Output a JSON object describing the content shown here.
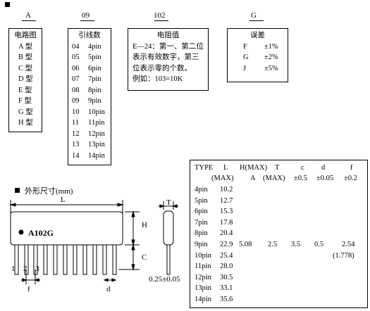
{
  "codes": {
    "a": "A",
    "b": "09",
    "c": "102",
    "d": "G"
  },
  "circuit_box": {
    "title": "电路图",
    "items": [
      "A 型",
      "B 型",
      "C 型",
      "D 型",
      "E 型",
      "F 型",
      "G 型",
      "H 型"
    ]
  },
  "pin_box": {
    "title": "引线数",
    "rows": [
      [
        "04",
        "4pin"
      ],
      [
        "05",
        "5pin"
      ],
      [
        "06",
        "6pin"
      ],
      [
        "07",
        "7pin"
      ],
      [
        "08",
        "8pin"
      ],
      [
        "09",
        "9pin"
      ],
      [
        "10",
        "10pin"
      ],
      [
        "11",
        "11pin"
      ],
      [
        "12",
        "12pin"
      ],
      [
        "13",
        "13pin"
      ],
      [
        "14",
        "14pin"
      ]
    ]
  },
  "resistance_box": {
    "title": "电阻值",
    "lines": [
      "E—24：第一、第二位",
      "表示有效数字，第三",
      "位表示零的个数。",
      "例如：103=10K"
    ]
  },
  "tolerance_box": {
    "title": "误差",
    "rows": [
      [
        "F",
        "±1%"
      ],
      [
        "G",
        "±2%"
      ],
      [
        "J",
        "±5%"
      ]
    ]
  },
  "outline": {
    "heading": "外形尺寸(mm)",
    "label_L": "L",
    "label_H": "H",
    "label_C": "C",
    "label_T": "T",
    "label_d": "d",
    "label_f": "f",
    "marking": "A102G",
    "pin1": "1",
    "pin2": "2",
    "pin3": "3",
    "thickness": "0.25±0.05"
  },
  "table": {
    "headers": [
      "TYPE",
      "L",
      "H(MAX)",
      "T",
      "c",
      "d",
      "f"
    ],
    "subheaders": [
      "(MAX)",
      "A",
      "(MAX)",
      "±0.5",
      "±0.05",
      "±0.2"
    ],
    "rows": [
      [
        "4pin",
        "10.2"
      ],
      [
        "5pin",
        "12.7"
      ],
      [
        "6pin",
        "15.3"
      ],
      [
        "7pin",
        "17.8"
      ],
      [
        "8pin",
        "20.4"
      ],
      [
        "9pin",
        "22.9"
      ],
      [
        "10pin",
        "25.4"
      ],
      [
        "11pin",
        "28.0"
      ],
      [
        "12pin",
        "30.5"
      ],
      [
        "13pin",
        "33.1"
      ],
      [
        "14pin",
        "35.6"
      ]
    ],
    "common": [
      "5.08",
      "2.5",
      "3.5",
      "0.5",
      "2.54"
    ],
    "f_alt": "(1.778)"
  },
  "colors": {
    "ink": "#000000",
    "background": "#ffffff"
  }
}
